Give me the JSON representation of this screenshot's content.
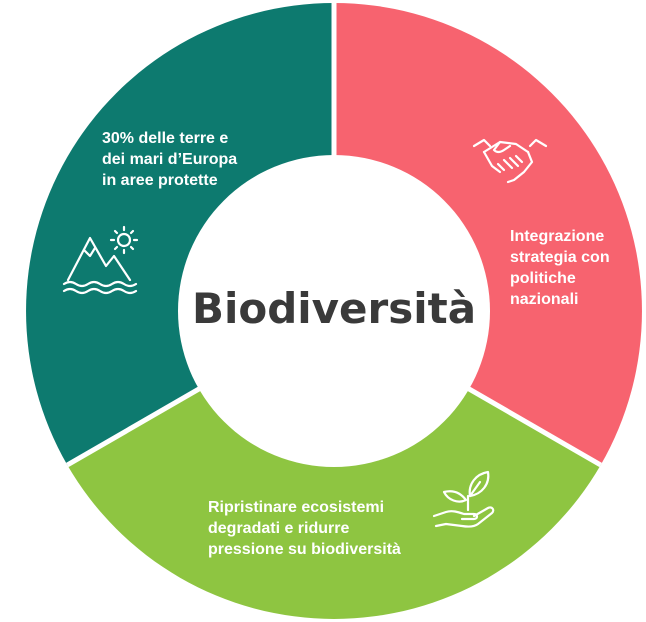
{
  "center_title": "Biodiversità",
  "colors": {
    "teal": "#0d7a6f",
    "pink": "#f7636f",
    "green": "#8ec541",
    "center_text": "#3a3a3a",
    "icon": "#ffffff"
  },
  "segments": [
    {
      "id": "teal",
      "color": "#0d7a6f",
      "lines": [
        "30% delle terre e",
        "dei mari d’Europa",
        "in aree protette"
      ],
      "icon": "mountain-sun-water-icon"
    },
    {
      "id": "pink",
      "color": "#f7636f",
      "lines": [
        "Integrazione",
        "strategia con",
        "politiche",
        "nazionali"
      ],
      "icon": "handshake-icon"
    },
    {
      "id": "green",
      "color": "#8ec541",
      "lines": [
        "Ripristinare ecosistemi",
        "degradati e ridurre",
        "pressione su biodiversità"
      ],
      "icon": "hand-sprout-icon"
    }
  ]
}
